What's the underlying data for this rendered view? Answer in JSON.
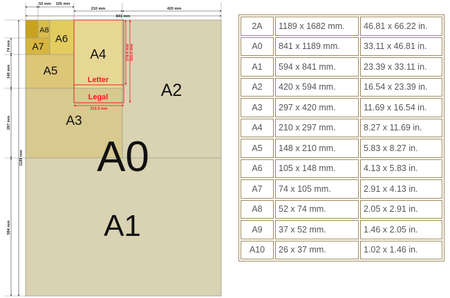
{
  "diagram": {
    "top_dims": [
      "52 mm",
      "105 mm",
      "210 mm",
      "841 mm",
      "420 mm"
    ],
    "left_dims": [
      "74 mm",
      "148 mm",
      "297 mm",
      "1189 mm",
      "594 mm"
    ],
    "red_dims": [
      "279.4 mm",
      "355.6 mm",
      "215.9 mm"
    ],
    "paper_labels": [
      "A8",
      "A7",
      "A6",
      "A5",
      "A4",
      "A3",
      "A2",
      "A0",
      "A1"
    ],
    "us_labels": [
      "Letter",
      "Legal"
    ],
    "colors": {
      "A1": "#d9d3b3",
      "A2": "#d9d3b3",
      "A3": "#d8c98f",
      "A4": "#e6d794",
      "A5": "#dcc778",
      "A6": "#e3cc5e",
      "A7": "#d6b53f",
      "A8": "#c9a31e",
      "red": "#ed1c24",
      "line": "#888888"
    }
  },
  "table": {
    "rows": [
      [
        "2A",
        "1189 x 1682 mm.",
        "46.81 x 66.22 in."
      ],
      [
        "A0",
        "841 x 1189 mm.",
        "33.11 x 46.81 in."
      ],
      [
        "A1",
        "594 x 841 mm.",
        "23.39 x 33.11 in."
      ],
      [
        "A2",
        "420 x 594 mm.",
        "16.54 x 23.39 in."
      ],
      [
        "A3",
        "297 x 420 mm.",
        "11.69 x 16.54 in."
      ],
      [
        "A4",
        "210 x 297 mm.",
        "8.27 x 11.69 in."
      ],
      [
        "A5",
        "148 x 210 mm.",
        "5.83 x 8.27 in."
      ],
      [
        "A6",
        "105 x 148 mm.",
        "4.13 x 5.83 in."
      ],
      [
        "A7",
        "74 x 105 mm.",
        "2.91 x 4.13 in."
      ],
      [
        "A8",
        "52 x 74 mm.",
        "2.05 x 2.91 in."
      ],
      [
        "A9",
        "37 x 52 mm.",
        "1.46 x 2.05 in."
      ],
      [
        "A10",
        "26 x 37 mm.",
        "1.02 x 1.46 in."
      ]
    ]
  }
}
